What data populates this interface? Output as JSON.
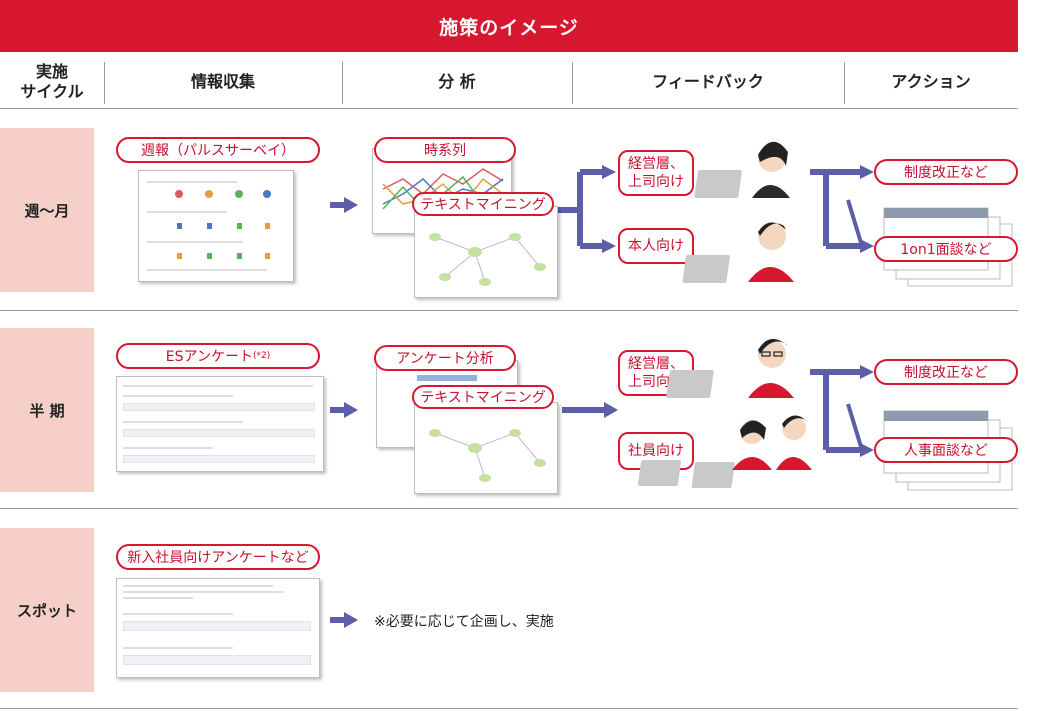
{
  "title": "施策のイメージ",
  "headers": {
    "cycle_line1": "実施",
    "cycle_line2": "サイクル",
    "collect": "情報収集",
    "analysis": "分 析",
    "feedback": "フィードバック",
    "action": "アクション"
  },
  "rows": {
    "weekly": {
      "cycle": "週〜月",
      "source": "週報（パルスサーベイ）",
      "analysis1": "時系列",
      "analysis2": "テキストマイニング",
      "fb_top_line1": "経営層、",
      "fb_top_line2": "上司向け",
      "fb_bottom": "本人向け",
      "action_top": "制度改正など",
      "action_bottom": "1on1面談など"
    },
    "half": {
      "cycle": "半 期",
      "source": "ESアンケート",
      "source_note": "(*2)",
      "analysis1": "アンケート分析",
      "analysis2": "テキストマイニング",
      "fb_top_line1": "経営層、",
      "fb_top_line2": "上司向け",
      "fb_bottom": "社員向け",
      "action_top": "制度改正など",
      "action_bottom": "人事面談など"
    },
    "spot": {
      "cycle": "スポット",
      "source": "新入社員向けアンケートなど",
      "note": "※必要に応じて企画し、実施"
    }
  },
  "colors": {
    "brand_red": "#d7172f",
    "cycle_bg": "#f6cfc8",
    "arrow_blue": "#5a5fa8"
  }
}
